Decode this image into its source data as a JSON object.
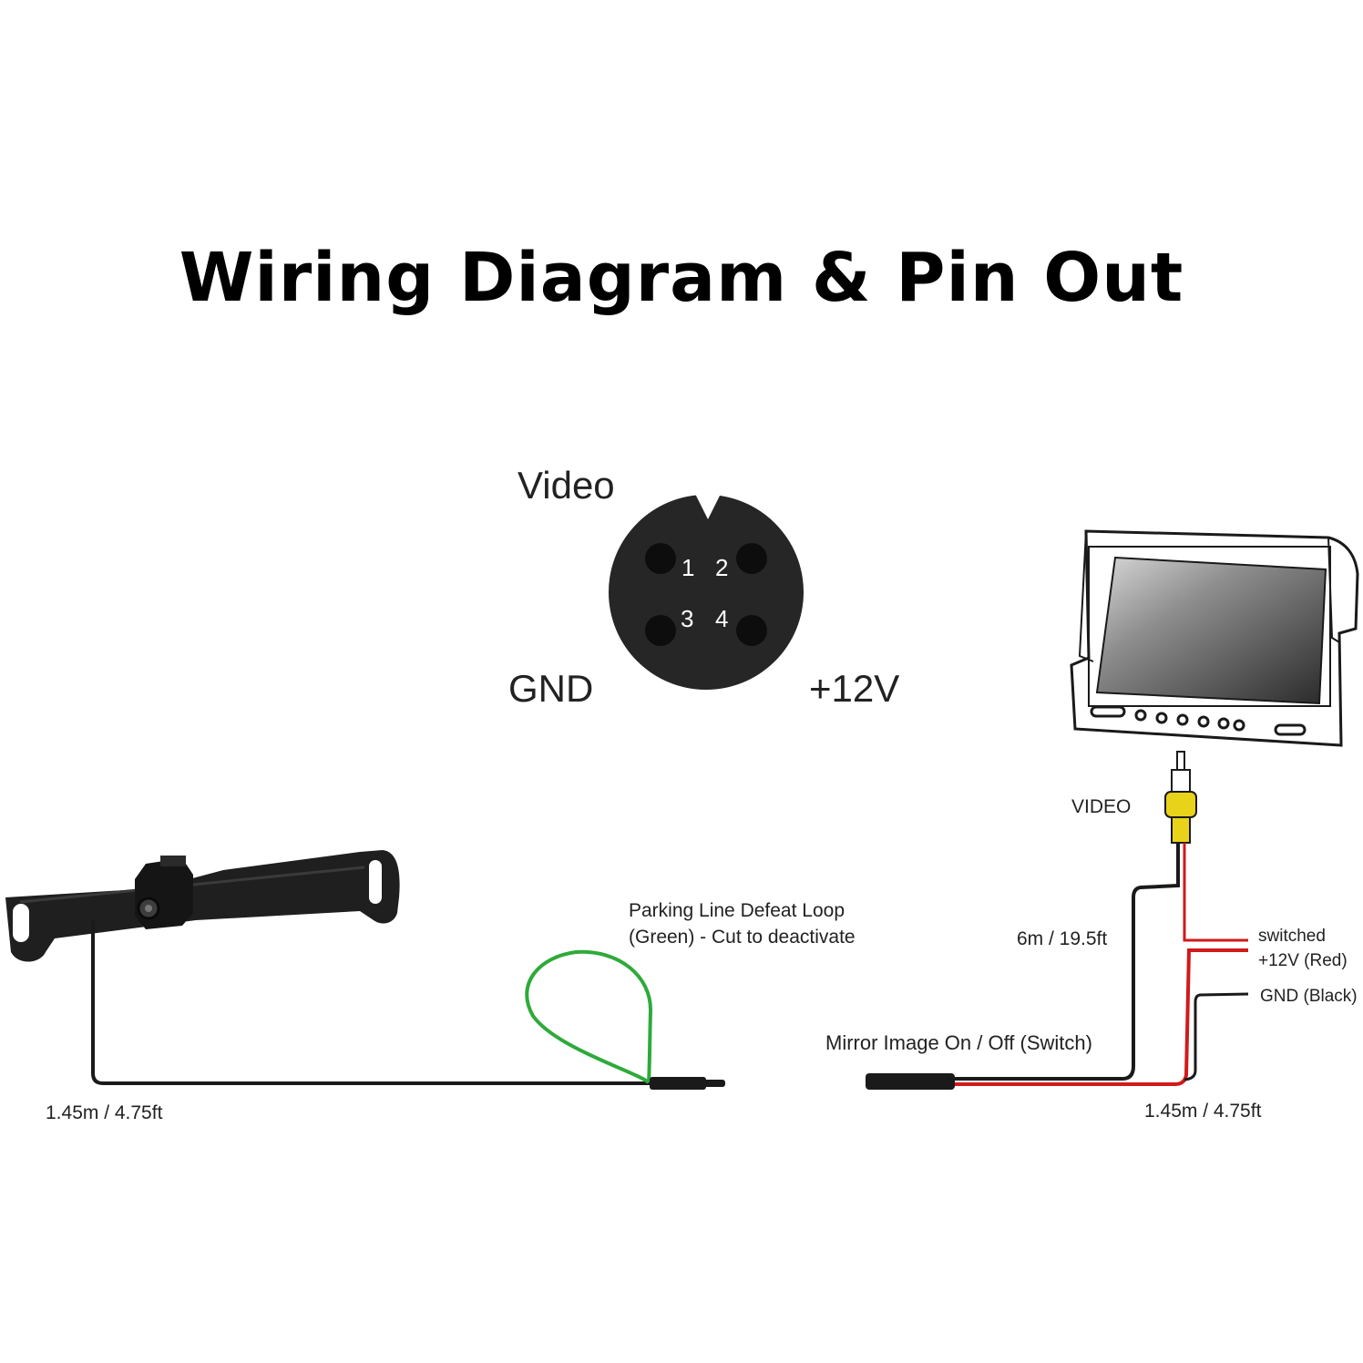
{
  "title": "Wiring Diagram & Pin Out",
  "pinout": {
    "pins": [
      "1",
      "2",
      "3",
      "4"
    ],
    "labels": {
      "video": "Video",
      "gnd": "GND",
      "plus12v": "+12V"
    }
  },
  "labels": {
    "parking_line_1": "Parking Line Defeat Loop",
    "parking_line_2": "(Green) - Cut to deactivate",
    "camera_cable_length": "1.45m / 4.75ft",
    "mirror_switch": "Mirror Image On / Off (Switch)",
    "monitor_cable_length": "1.45m / 4.75ft",
    "video_rca": "VIDEO",
    "extension_length": "6m / 19.5ft",
    "switched_1": "switched",
    "switched_2": "+12V (Red)",
    "gnd_black": "GND (Black)"
  },
  "colors": {
    "loop_wire": "#2eaa3a",
    "power_wire": "#d11a1a",
    "ground_wire": "#1a1a1a",
    "rca_plug": "#e8d21a"
  }
}
